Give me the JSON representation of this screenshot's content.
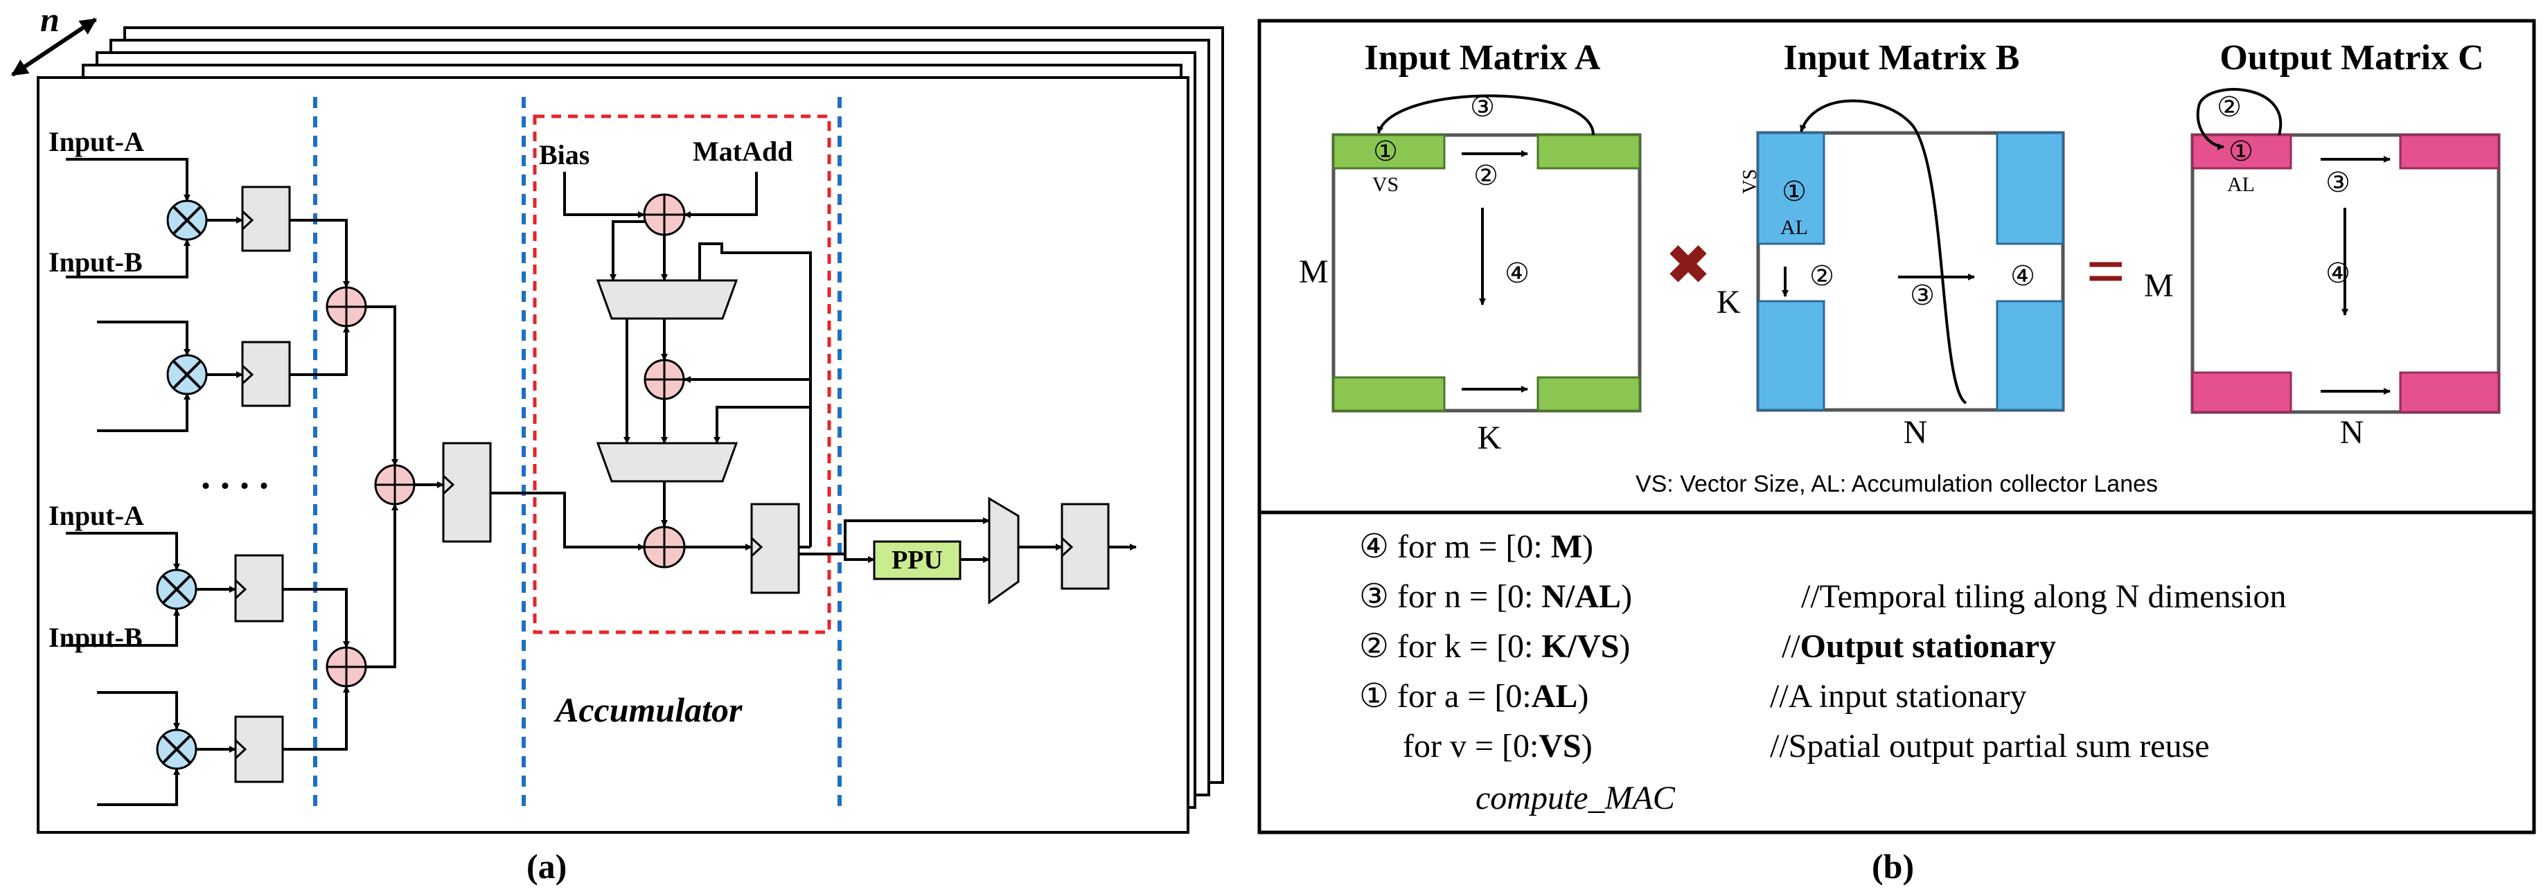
{
  "panel_a": {
    "n_label": "n",
    "caption": "(a)",
    "input_a_top": "Input-A",
    "input_b_top": "Input-B",
    "input_a_bottom": "Input-A",
    "input_b_bottom": "Input-B",
    "ellipsis": ". . . .",
    "bias_label": "Bias",
    "matadd_label": "MatAdd",
    "ppu_label": "PPU",
    "accumulator_label": "Accumulator",
    "colors": {
      "multiplier_fill": "#b8dff4",
      "adder_fill": "#f6c8c8",
      "register_fill": "#e6e6e6",
      "ppu_fill": "#c9ec8e",
      "blue_dash": "#1f6fc6",
      "red_dash": "#e8232a"
    }
  },
  "panel_b": {
    "caption": "(b)",
    "matrix_a": {
      "title": "Input Matrix A",
      "row_dim": "M",
      "col_dim": "K",
      "vs_label": "VS",
      "fill": "#8cc652"
    },
    "matrix_b": {
      "title": "Input Matrix B",
      "row_dim": "K",
      "col_dim": "N",
      "vs_label": "VS",
      "al_label": "AL",
      "fill": "#5db8ea"
    },
    "matrix_c": {
      "title": "Output Matrix C",
      "row_dim": "M",
      "col_dim": "N",
      "al_label": "AL",
      "fill": "#e5508f"
    },
    "times_symbol": "✖",
    "equals_symbol": "=",
    "step_marks": {
      "s1": "①",
      "s2": "②",
      "s3": "③",
      "s4": "④"
    },
    "legend": "VS: Vector Size,  AL: Accumulation collector Lanes",
    "loop_lines": [
      {
        "mark": "④",
        "prefix": " for m = [0: ",
        "bold": "M",
        "suffix": ")",
        "comment": "",
        "comment_bold": ""
      },
      {
        "mark": "③",
        "prefix": " for n  = [0: ",
        "bold": "N/AL",
        "suffix": ")",
        "comment": "//Temporal tiling along N dimension",
        "comment_bold": ""
      },
      {
        "mark": "②",
        "prefix": " for k  = [0: ",
        "bold": "K/VS",
        "suffix": ")",
        "comment": "//",
        "comment_bold": "Output stationary"
      },
      {
        "mark": "①",
        "prefix": " for a  = [0:",
        "bold": "AL",
        "suffix": ")",
        "comment": "//A input stationary",
        "comment_bold": ""
      },
      {
        "mark": "",
        "prefix": "for v  = [0:",
        "bold": "VS",
        "suffix": ")",
        "comment": "//Spatial output partial sum reuse",
        "comment_bold": ""
      }
    ],
    "compute_label": "compute_MAC"
  }
}
